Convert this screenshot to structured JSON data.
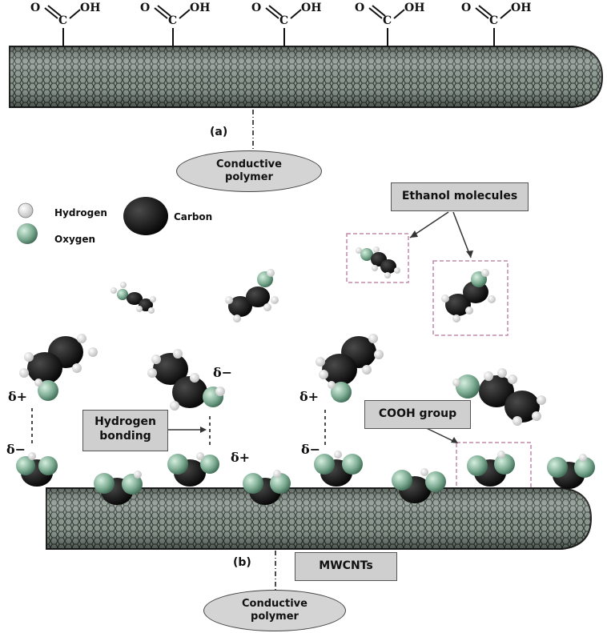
{
  "panel_a": {
    "label": "(a)",
    "polymer": [
      "Conductive",
      "polymer"
    ]
  },
  "panel_b": {
    "label": "(b)",
    "polymer": [
      "Conductive",
      "polymer"
    ],
    "nanotube_label": "MWCNTs"
  },
  "carboxyl": {
    "o": "O",
    "oh": "OH",
    "c": "C"
  },
  "legend": {
    "hydrogen": "Hydrogen",
    "oxygen": "Oxygen",
    "carbon": "Carbon"
  },
  "callouts": {
    "ethanol": "Ethanol molecules",
    "hbond": [
      "Hydrogen",
      "bonding"
    ],
    "cooh": "COOH group"
  },
  "charges": {
    "plus": "δ+",
    "minus": "δ−",
    "dot_plus": "δ+"
  },
  "colors": {
    "tube": "#7f8f84",
    "hydrogen": "#f2f2f2",
    "oxygen": "#7cab92",
    "carbon": "#111111",
    "dashed_box": "#c18aa8"
  }
}
